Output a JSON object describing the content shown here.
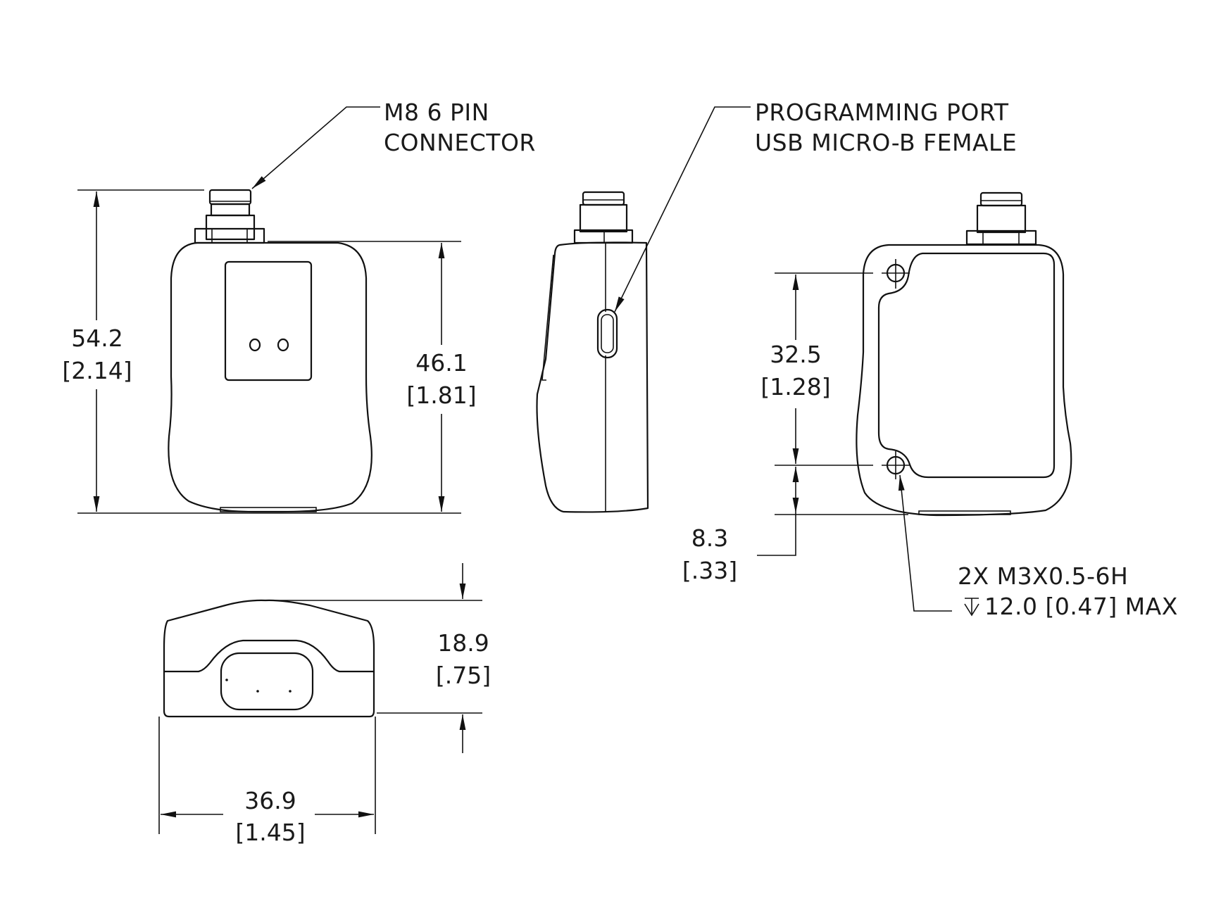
{
  "drawing": {
    "views": [
      "front",
      "side",
      "back",
      "top"
    ],
    "line_color": "#111111",
    "background": "#ffffff"
  },
  "callouts": {
    "connector": {
      "line1": "M8 6 PIN",
      "line2": "CONNECTOR"
    },
    "programming_port": {
      "line1": "PROGRAMMING PORT",
      "line2": "USB MICRO-B FEMALE"
    },
    "mount_holes": {
      "line1": "2X M3X0.5-6H",
      "depth_symbol": "depth-icon",
      "line2": "12.0 [0.47] MAX"
    }
  },
  "dimensions": {
    "overall_height": {
      "mm": "54.2",
      "inch": "[2.14]"
    },
    "body_height": {
      "mm": "46.1",
      "inch": "[1.81]"
    },
    "hole_spacing": {
      "mm": "32.5",
      "inch": "[1.28]"
    },
    "hole_offset": {
      "mm": "8.3",
      "inch": "[.33]"
    },
    "depth": {
      "mm": "18.9",
      "inch": "[.75]"
    },
    "width": {
      "mm": "36.9",
      "inch": "[1.45]"
    }
  }
}
